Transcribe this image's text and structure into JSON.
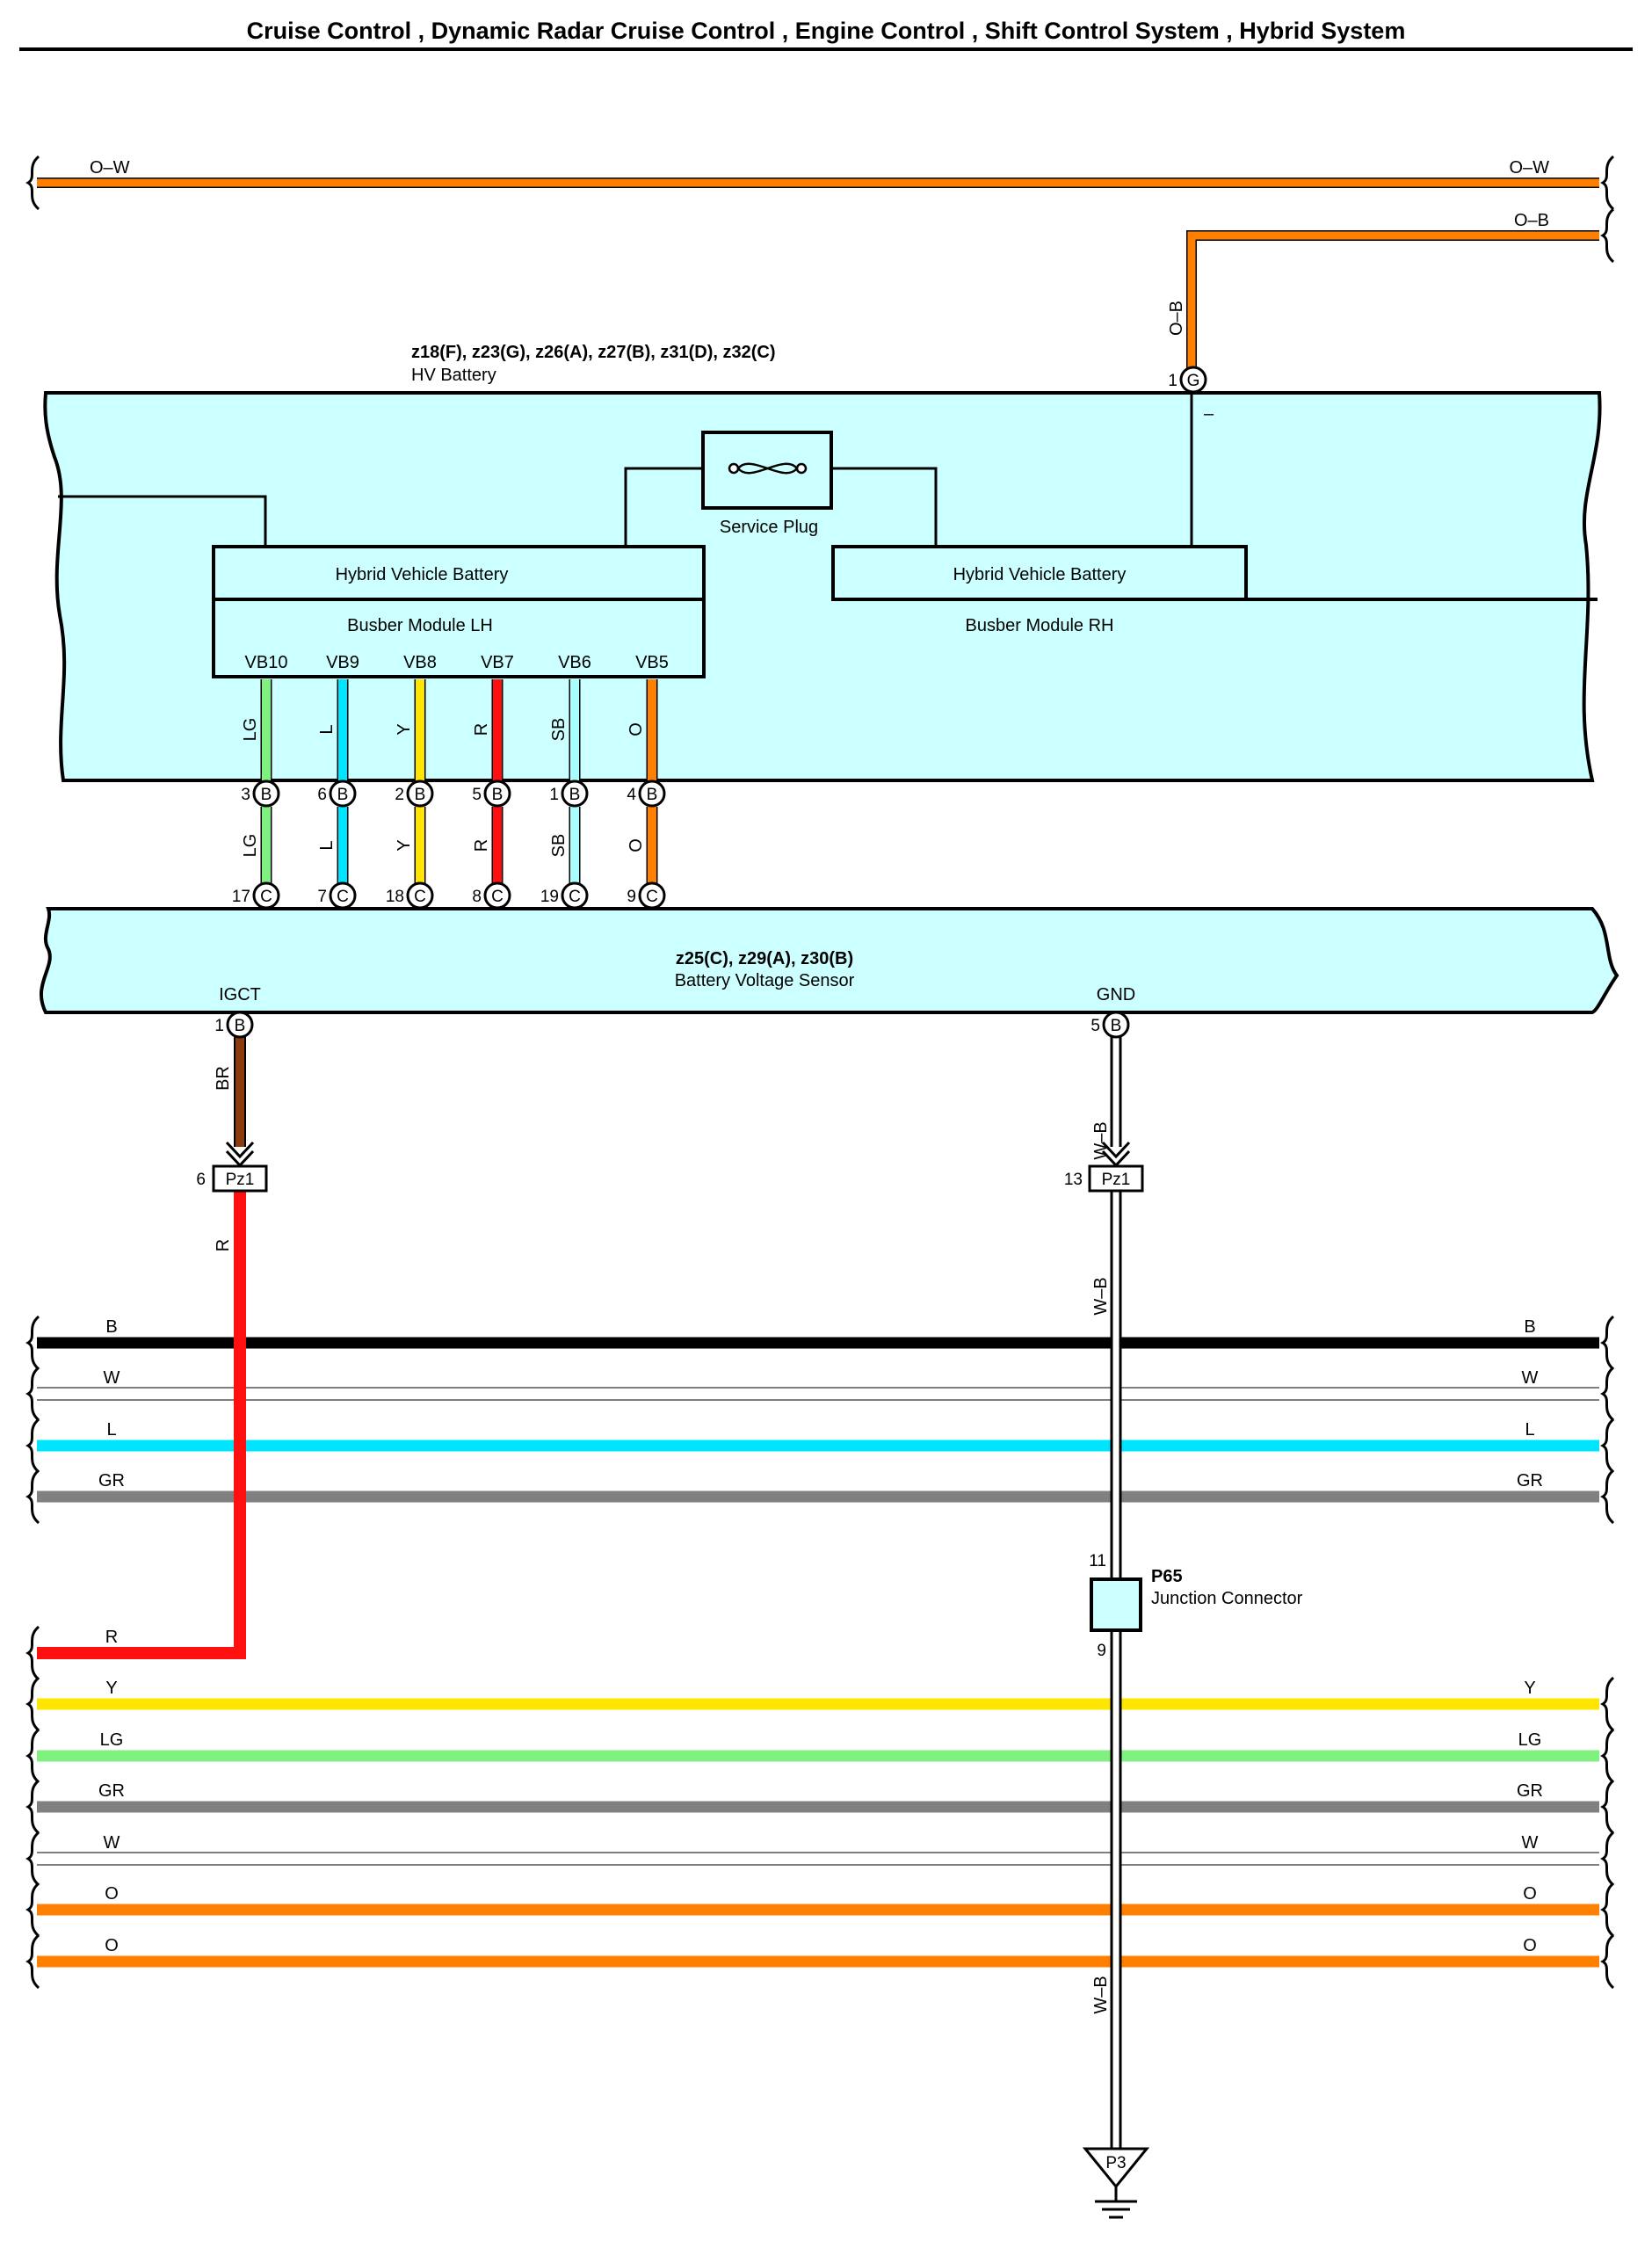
{
  "header": {
    "title": "Cruise Control , Dynamic Radar Cruise Control , Engine Control , Shift Control System , Hybrid System"
  },
  "colors": {
    "O": "#ff8000",
    "B": "#000000",
    "W": "#ffffff",
    "L": "#00e5ff",
    "GR": "#808080",
    "R": "#ff1010",
    "Y": "#ffe600",
    "LG": "#80f080",
    "SB": "#a8ffff",
    "BR": "#8b3a10",
    "box_fill": "#ccffff"
  },
  "top_wires": [
    {
      "name": "O–W",
      "label_left": "O–W",
      "label_right": "O–W"
    },
    {
      "name": "O–B",
      "label_right": "O–B",
      "label_vertical": "O–B"
    }
  ],
  "hv_battery": {
    "codes": "z18(F), z23(G), z26(A), z27(B), z31(D), z32(C)",
    "name": "HV Battery",
    "service_plug": "Service Plug",
    "lh_title": "Hybrid Vehicle Battery",
    "lh_sub": "Busber Module LH",
    "rh_title": "Hybrid Vehicle Battery",
    "rh_sub": "Busber Module RH",
    "minus": "–",
    "g_pin": {
      "num": "1",
      "conn": "G"
    }
  },
  "voltage_wires": [
    {
      "terminal": "VB10",
      "color": "LG",
      "b_pin": "3",
      "b_conn": "B",
      "c_pin": "17",
      "c_conn": "C"
    },
    {
      "terminal": "VB9",
      "color": "L",
      "b_pin": "6",
      "b_conn": "B",
      "c_pin": "7",
      "c_conn": "C"
    },
    {
      "terminal": "VB8",
      "color": "Y",
      "b_pin": "2",
      "b_conn": "B",
      "c_pin": "18",
      "c_conn": "C"
    },
    {
      "terminal": "VB7",
      "color": "R",
      "b_pin": "5",
      "b_conn": "B",
      "c_pin": "8",
      "c_conn": "C"
    },
    {
      "terminal": "VB6",
      "color": "SB",
      "b_pin": "1",
      "b_conn": "B",
      "c_pin": "19",
      "c_conn": "C"
    },
    {
      "terminal": "VB5",
      "color": "O",
      "b_pin": "4",
      "b_conn": "B",
      "c_pin": "9",
      "c_conn": "C"
    }
  ],
  "voltage_sensor": {
    "codes": "z25(C), z29(A), z30(B)",
    "name": "Battery Voltage Sensor",
    "igct": {
      "label": "IGCT",
      "pin": "1",
      "conn": "B",
      "wire": "BR"
    },
    "gnd": {
      "label": "GND",
      "pin": "5",
      "conn": "B",
      "wire": "W–B"
    }
  },
  "pz1_left": {
    "pin": "6",
    "name": "Pz1",
    "wire_below": "R"
  },
  "pz1_right": {
    "pin": "13",
    "name": "Pz1",
    "wire_below": "W–B"
  },
  "bus_group1": [
    {
      "name": "B",
      "label": "B"
    },
    {
      "name": "W",
      "label": "W"
    },
    {
      "name": "L",
      "label": "L"
    },
    {
      "name": "GR",
      "label": "GR"
    }
  ],
  "r_wire_label": "R",
  "p65": {
    "code": "P65",
    "name": "Junction Connector",
    "pin_top": "11",
    "pin_bottom": "9"
  },
  "bus_group2": [
    {
      "name": "Y",
      "label": "Y"
    },
    {
      "name": "LG",
      "label": "LG"
    },
    {
      "name": "GR",
      "label": "GR"
    },
    {
      "name": "W",
      "label": "W"
    },
    {
      "name": "O",
      "label": "O"
    },
    {
      "name": "O",
      "label": "O"
    }
  ],
  "ground": {
    "wire": "W–B",
    "name": "P3"
  }
}
